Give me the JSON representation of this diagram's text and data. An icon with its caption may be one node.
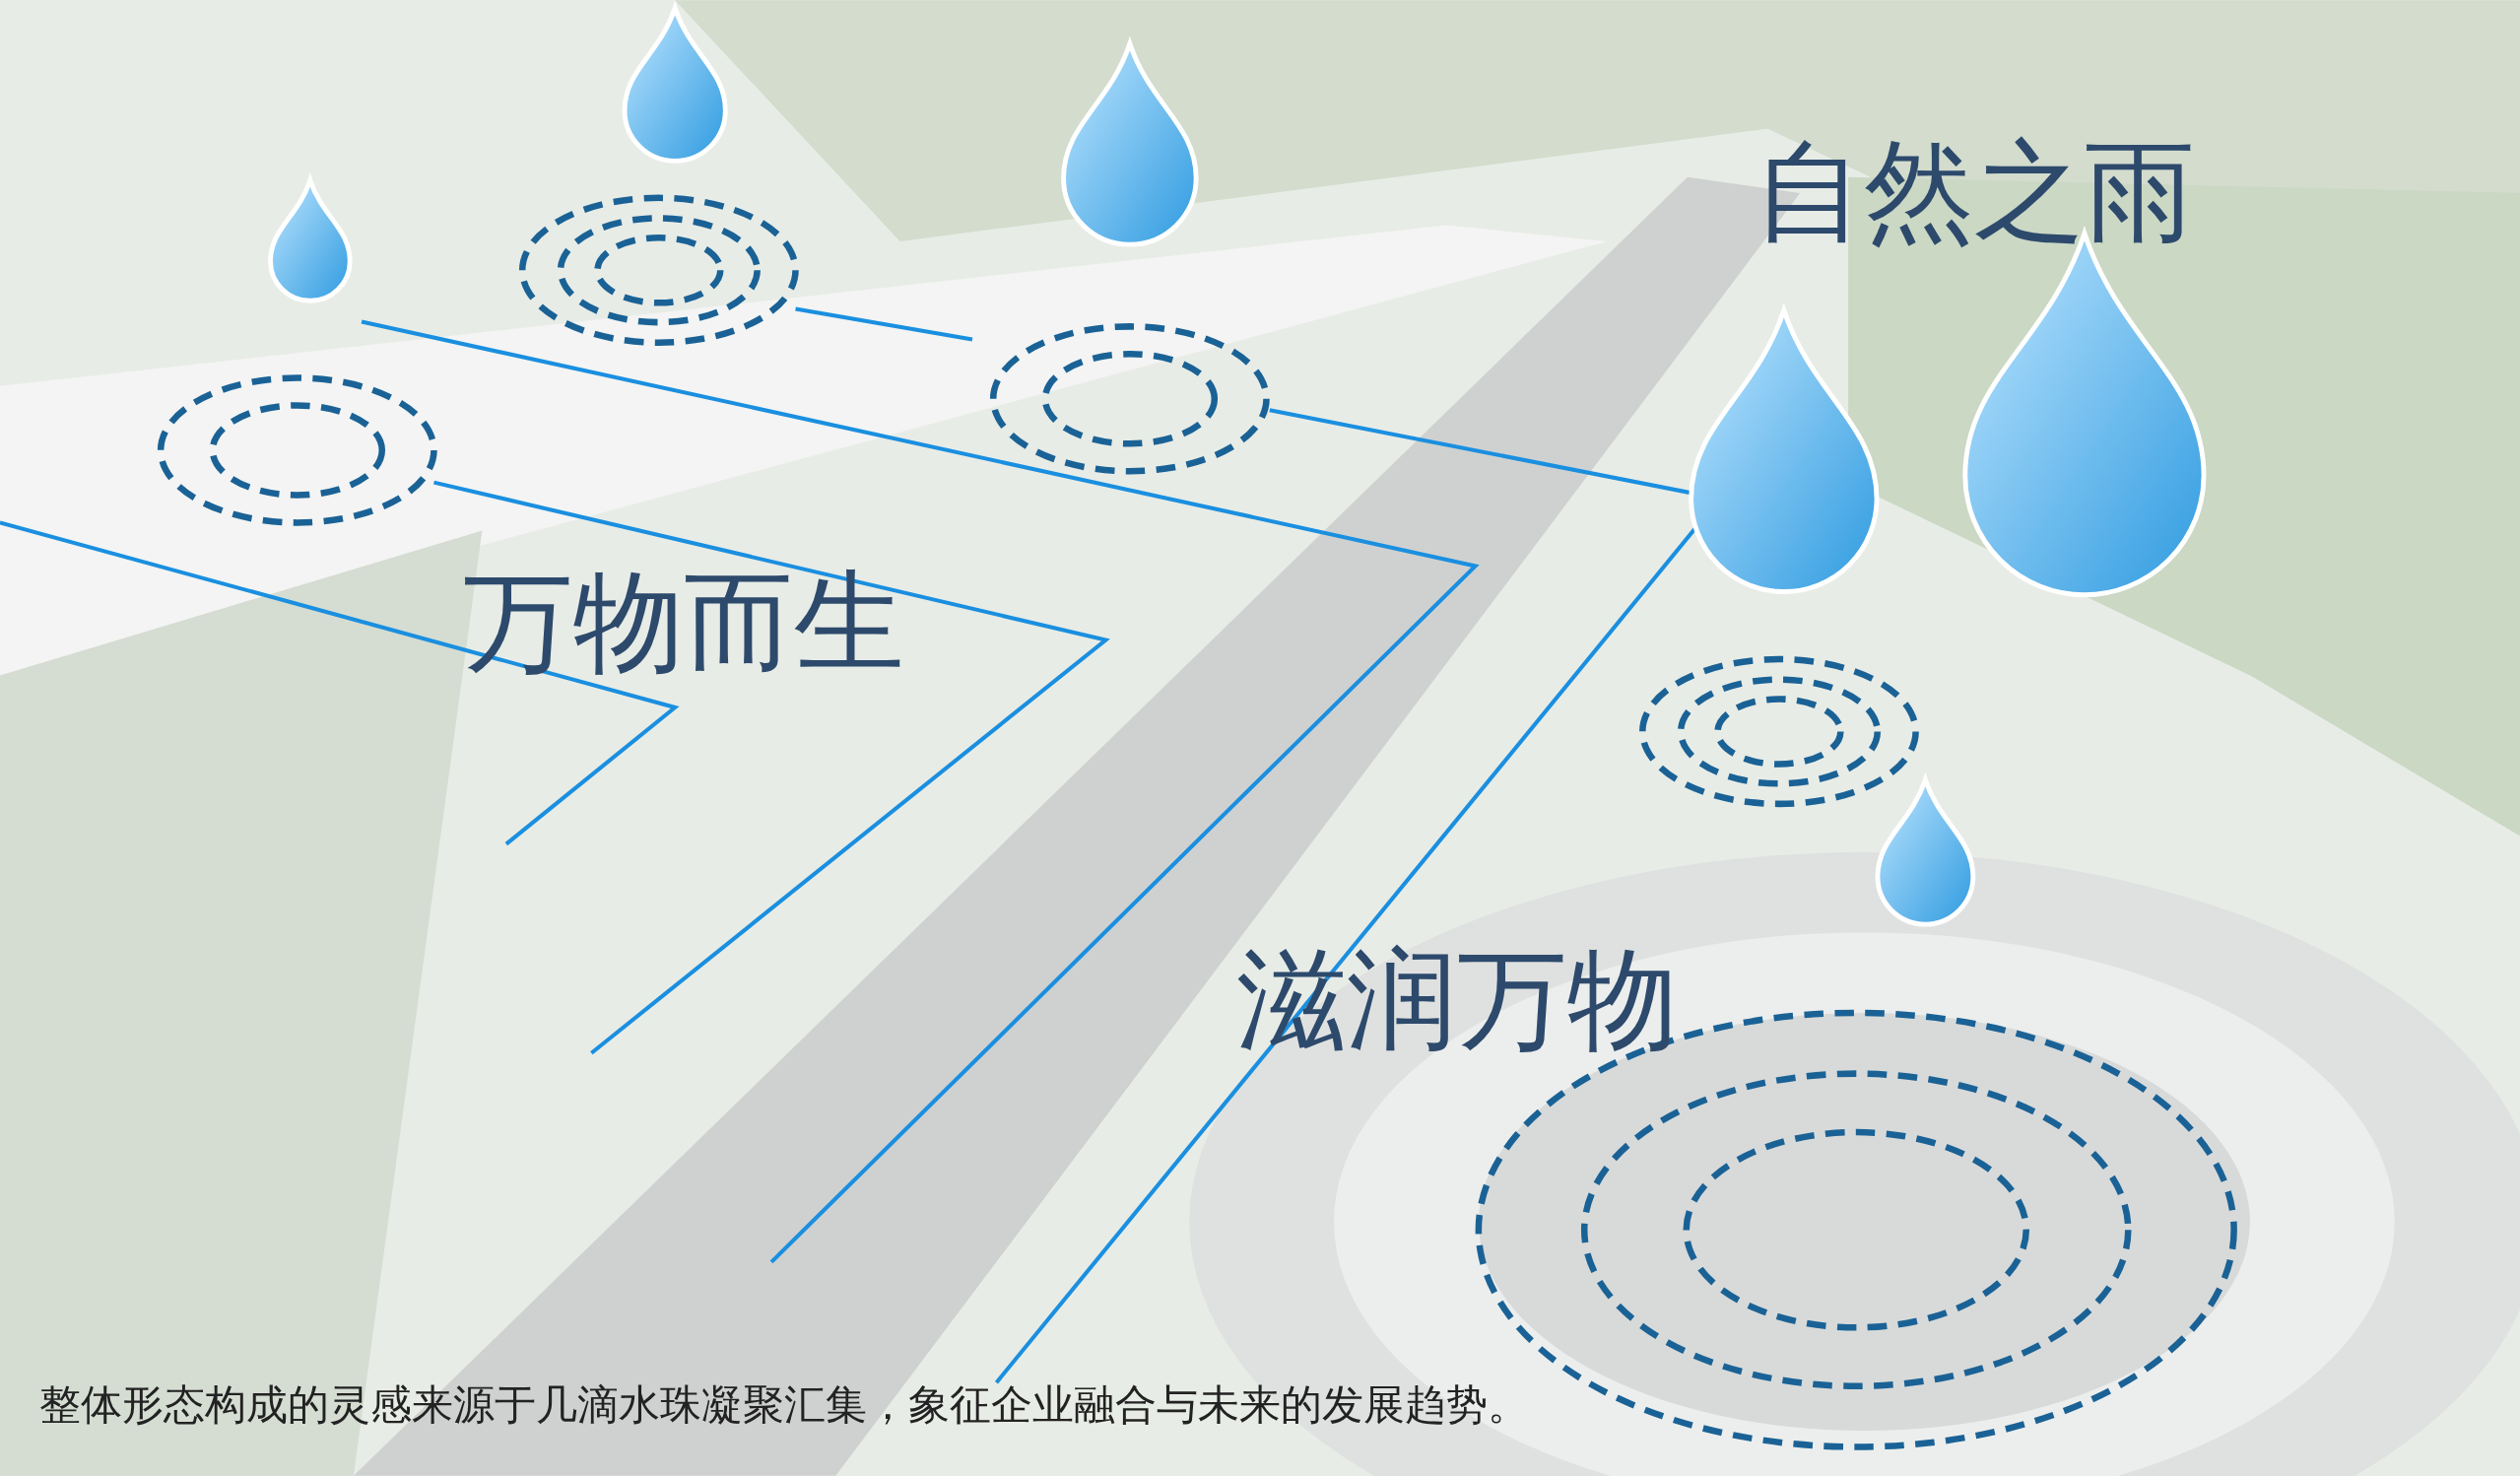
{
  "diagram": {
    "labels": [
      "自然之雨",
      "万物而生",
      "滋润万物"
    ],
    "caption": "整体形态构成的灵感来源于几滴水珠凝聚汇集，象征企业融合与未来的发展趋势。"
  }
}
